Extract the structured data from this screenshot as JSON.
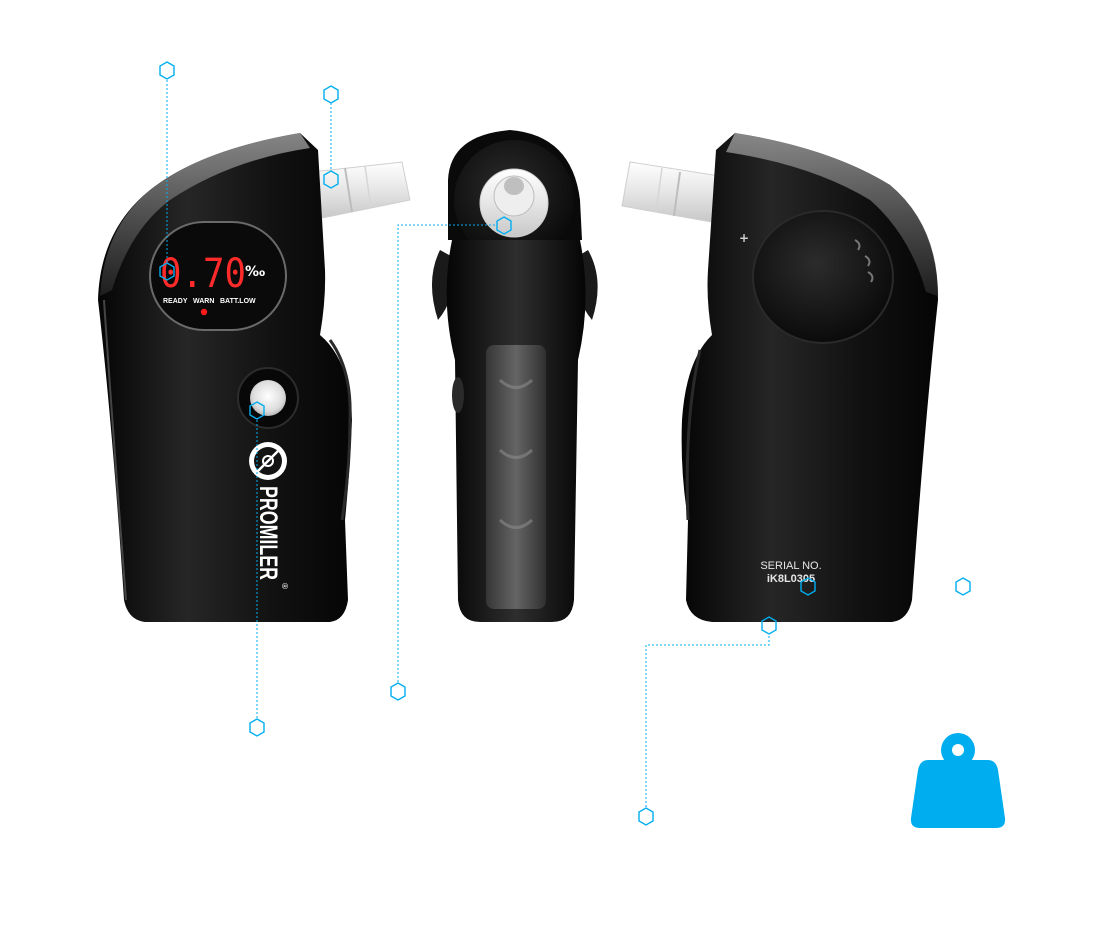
{
  "device": {
    "display_reading": "0.70",
    "display_unit": "‰",
    "indicator_ready": "READY",
    "indicator_warn": "WARN",
    "indicator_batt": "BATT.LOW",
    "brand": "PROMILER",
    "brand_mark": "®",
    "serial_label": "SERIAL NO.",
    "serial_value": "iK8L0305",
    "plus_sign": "+"
  },
  "colors": {
    "accent": "#00aeef",
    "body": "#141414",
    "body_highlight": "#3a3a3a",
    "display_digits": "#ff2a2a",
    "led": "#ff1a1a",
    "mouthpiece": "#f2f2f2"
  },
  "icons": {
    "weight": "weight-icon",
    "hotspot": "hexagon-hotspot-icon"
  }
}
